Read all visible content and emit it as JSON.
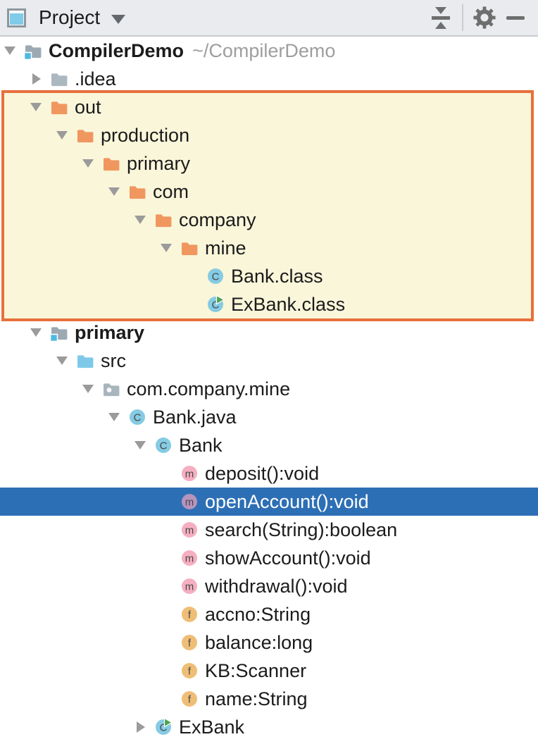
{
  "toolbar": {
    "title": "Project",
    "actions": {
      "collapse_all": "collapse-all",
      "settings": "settings",
      "hide": "hide"
    }
  },
  "colors": {
    "selection_bg": "#2D6FB5",
    "highlight_bg": "#FAF6DA",
    "highlight_border": "#E8703C",
    "folder_orange": "#F0975F",
    "folder_gray": "#ACB8C0",
    "folder_blue": "#7FC9E8",
    "module_gray": "#9CA9B2",
    "module_blue": "#4FB8E3",
    "package_gray": "#A9B5BD",
    "class_blue": "#85CBE3",
    "method_pink": "#F5AFC1",
    "method_selected": "#B793BE",
    "field_tan": "#EFBE76",
    "run_green": "#4EA24E",
    "icon_letter": "#46484B",
    "text": "#1B1B1B",
    "text_muted": "#9E9E9E"
  },
  "tree": {
    "rows": [
      {
        "label": "CompilerDemo",
        "suffix": "~/CompilerDemo",
        "level": 0,
        "state": "expanded",
        "icon": "module",
        "bold": true
      },
      {
        "label": ".idea",
        "level": 1,
        "state": "collapsed",
        "icon": "folder-gray"
      },
      {
        "label": "out",
        "level": 1,
        "state": "expanded",
        "icon": "folder-orange",
        "highlighted": true
      },
      {
        "label": "production",
        "level": 2,
        "state": "expanded",
        "icon": "folder-orange",
        "highlighted": true
      },
      {
        "label": "primary",
        "level": 3,
        "state": "expanded",
        "icon": "folder-orange",
        "highlighted": true
      },
      {
        "label": "com",
        "level": 4,
        "state": "expanded",
        "icon": "folder-orange",
        "highlighted": true
      },
      {
        "label": "company",
        "level": 5,
        "state": "expanded",
        "icon": "folder-orange",
        "highlighted": true
      },
      {
        "label": "mine",
        "level": 6,
        "state": "expanded",
        "icon": "folder-orange",
        "highlighted": true
      },
      {
        "label": "Bank.class",
        "level": 7,
        "state": "leaf",
        "icon": "class",
        "highlighted": true
      },
      {
        "label": "ExBank.class",
        "level": 7,
        "state": "leaf",
        "icon": "class-run",
        "highlighted": true
      },
      {
        "label": "primary",
        "level": 1,
        "state": "expanded",
        "icon": "module",
        "bold": true
      },
      {
        "label": "src",
        "level": 2,
        "state": "expanded",
        "icon": "folder-blue"
      },
      {
        "label": "com.company.mine",
        "level": 3,
        "state": "expanded",
        "icon": "package"
      },
      {
        "label": "Bank.java",
        "level": 4,
        "state": "expanded",
        "icon": "class"
      },
      {
        "label": "Bank",
        "level": 5,
        "state": "expanded",
        "icon": "class"
      },
      {
        "label": "deposit():void",
        "level": 6,
        "state": "leaf",
        "icon": "method"
      },
      {
        "label": "openAccount():void",
        "level": 6,
        "state": "leaf",
        "icon": "method",
        "selected": true
      },
      {
        "label": "search(String):boolean",
        "level": 6,
        "state": "leaf",
        "icon": "method"
      },
      {
        "label": "showAccount():void",
        "level": 6,
        "state": "leaf",
        "icon": "method"
      },
      {
        "label": "withdrawal():void",
        "level": 6,
        "state": "leaf",
        "icon": "method"
      },
      {
        "label": "accno:String",
        "level": 6,
        "state": "leaf",
        "icon": "field"
      },
      {
        "label": "balance:long",
        "level": 6,
        "state": "leaf",
        "icon": "field"
      },
      {
        "label": "KB:Scanner",
        "level": 6,
        "state": "leaf",
        "icon": "field"
      },
      {
        "label": "name:String",
        "level": 6,
        "state": "leaf",
        "icon": "field"
      },
      {
        "label": "ExBank",
        "level": 5,
        "state": "collapsed",
        "icon": "class-run"
      }
    ]
  }
}
